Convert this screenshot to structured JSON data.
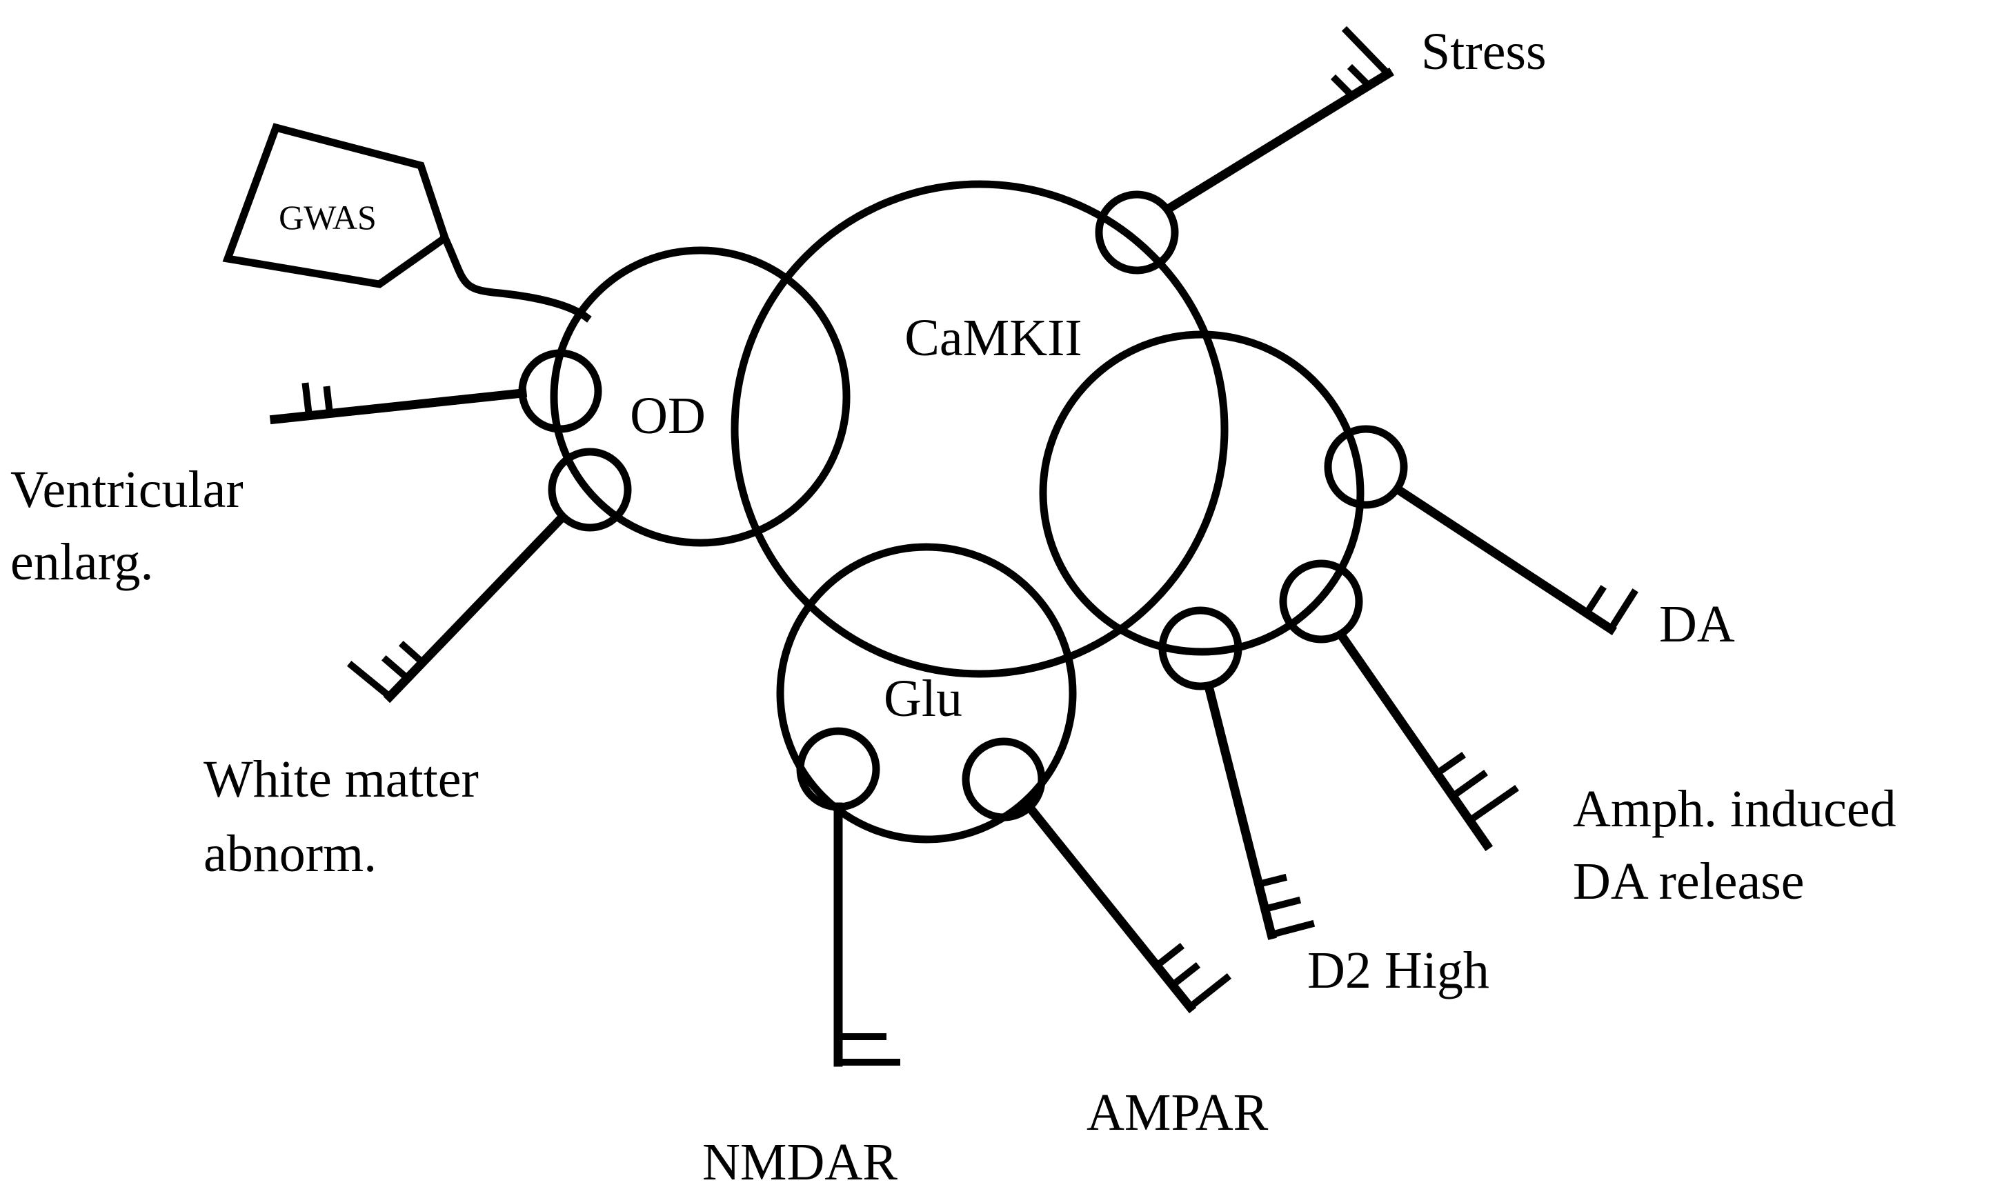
{
  "diagram": {
    "hubs": {
      "od": "OD",
      "camkii": "CaMKII",
      "glu": "Glu"
    },
    "source": "GWAS",
    "keys": {
      "stress": "Stress",
      "ventricular_line1": "Ventricular",
      "ventricular_line2": "enlarg.",
      "white_matter_line1": "White matter",
      "white_matter_line2": "abnorm.",
      "nmdar": "NMDAR",
      "ampar": "AMPAR",
      "d2_high": "D2 High",
      "amph_line1": "Amph. induced",
      "amph_line2": "DA release",
      "da": "DA"
    }
  }
}
